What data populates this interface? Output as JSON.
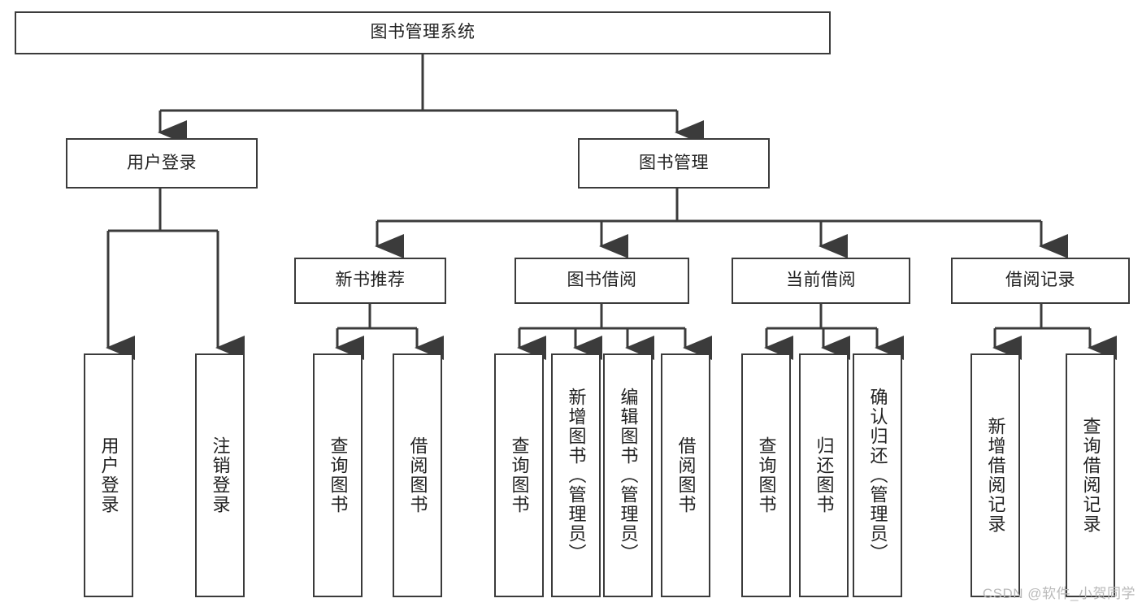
{
  "diagram": {
    "title": "图书管理系统",
    "type": "tree-hierarchy-chart",
    "root": {
      "label": "图书管理系统"
    },
    "level2": [
      {
        "label": "用户登录"
      },
      {
        "label": "图书管理"
      }
    ],
    "level3": [
      {
        "label": "新书推荐"
      },
      {
        "label": "图书借阅"
      },
      {
        "label": "当前借阅"
      },
      {
        "label": "借阅记录"
      }
    ],
    "leaves": {
      "user_login": [
        {
          "label": "用户登录"
        },
        {
          "label": "注销登录"
        }
      ],
      "new_book_recommend": [
        {
          "label": "查询图书"
        },
        {
          "label": "借阅图书"
        }
      ],
      "book_borrow": [
        {
          "label": "查询图书"
        },
        {
          "label": "新增图书（管理员）"
        },
        {
          "label": "编辑图书（管理员）"
        },
        {
          "label": "借阅图书"
        }
      ],
      "current_borrow": [
        {
          "label": "查询图书"
        },
        {
          "label": "归还图书"
        },
        {
          "label": "确认归还（管理员）"
        }
      ],
      "borrow_record": [
        {
          "label": "新增借阅记录"
        },
        {
          "label": "查询借阅记录"
        }
      ]
    }
  },
  "watermark": {
    "text": "CSDN @软件_小贺同学"
  },
  "colors": {
    "stroke": "#3b3b3b",
    "background": "#ffffff",
    "text": "#222222",
    "watermark": "#b9b9b9"
  }
}
